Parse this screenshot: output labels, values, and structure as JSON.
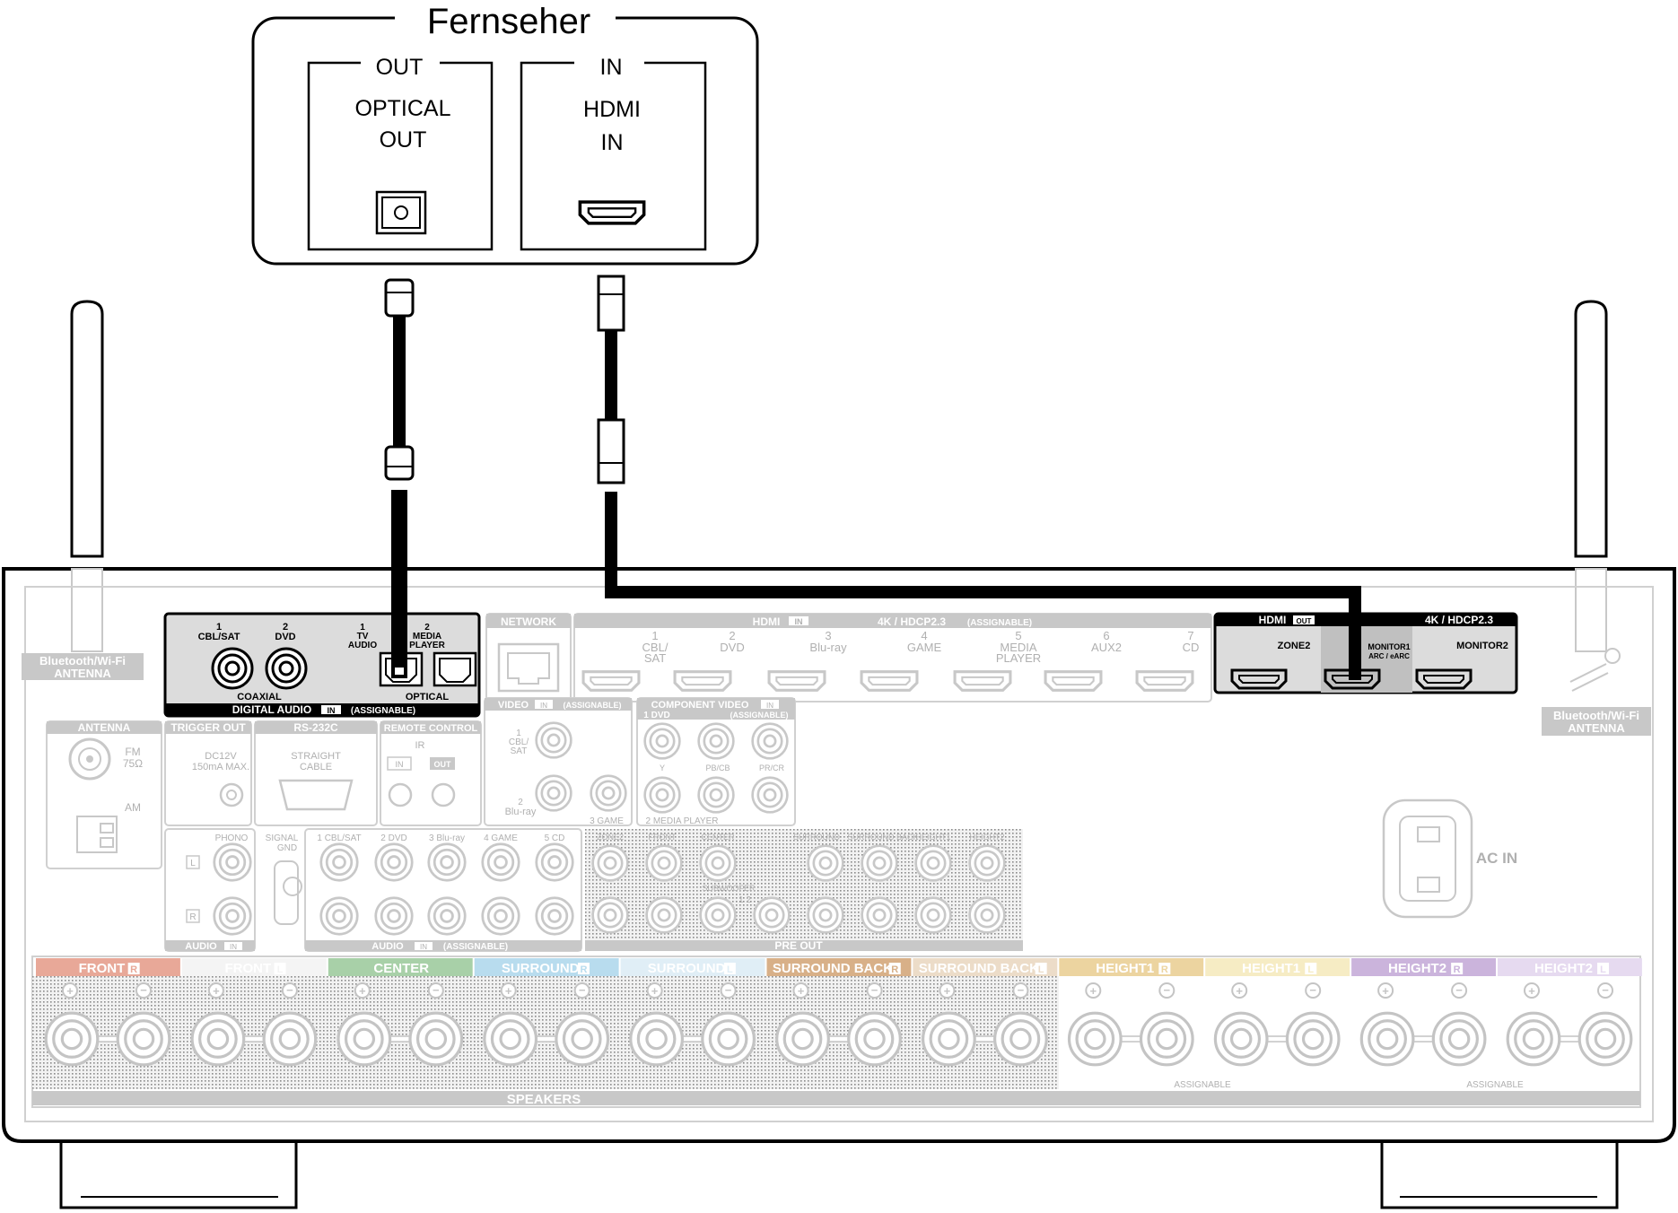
{
  "tv": {
    "title": "Fernseher",
    "out_group": "OUT",
    "out_port_line1": "OPTICAL",
    "out_port_line2": "OUT",
    "in_group": "IN",
    "in_port_line1": "HDMI",
    "in_port_line2": "IN"
  },
  "receiver": {
    "bt_antenna_left_line1": "Bluetooth/Wi-Fi",
    "bt_antenna_left_line2": "ANTENNA",
    "bt_antenna_right_line1": "Bluetooth/Wi-Fi",
    "bt_antenna_right_line2": "ANTENNA",
    "digital_audio": {
      "cblsat_num": "1",
      "cblsat": "CBL/SAT",
      "dvd_num": "2",
      "dvd": "DVD",
      "tvaudio_num": "1",
      "tvaudio_l1": "TV",
      "tvaudio_l2": "AUDIO",
      "media_num": "2",
      "media_l1": "MEDIA",
      "media_l2": "PLAYER",
      "coaxial": "COAXIAL",
      "optical": "OPTICAL",
      "footer": "DIGITAL AUDIO",
      "footer_in": "IN",
      "footer_assign": "(ASSIGNABLE)"
    },
    "network": "NETWORK",
    "hdmi_in": {
      "label": "HDMI",
      "in": "IN",
      "spec": "4K / HDCP2.3",
      "assign": "(ASSIGNABLE)",
      "inputs": [
        {
          "num": "1",
          "l1": "CBL/",
          "l2": "SAT"
        },
        {
          "num": "2",
          "l1": "DVD",
          "l2": ""
        },
        {
          "num": "3",
          "l1": "Blu-ray",
          "l2": ""
        },
        {
          "num": "4",
          "l1": "GAME",
          "l2": ""
        },
        {
          "num": "5",
          "l1": "MEDIA",
          "l2": "PLAYER"
        },
        {
          "num": "6",
          "l1": "AUX2",
          "l2": ""
        },
        {
          "num": "7",
          "l1": "CD",
          "l2": ""
        }
      ]
    },
    "hdmi_out": {
      "label": "HDMI",
      "out": "OUT",
      "spec": "4K / HDCP2.3",
      "zone2": "ZONE2",
      "monitor1_l1": "MONITOR1",
      "monitor1_l2": "ARC / eARC",
      "monitor2": "MONITOR2"
    },
    "antenna": "ANTENNA",
    "fm": "FM",
    "fm_ohm": "75Ω",
    "am": "AM",
    "trigger_out": "TRIGGER OUT",
    "trigger_spec_l1": "DC12V",
    "trigger_spec_l2": "150mA MAX.",
    "rs232c": "RS-232C",
    "straight_l1": "STRAIGHT",
    "straight_l2": "CABLE",
    "remote_control": "REMOTE CONTROL",
    "ir": "IR",
    "rc_in": "IN",
    "rc_out": "OUT",
    "video_in": "VIDEO",
    "video_in_tag": "IN",
    "video_assign": "(ASSIGNABLE)",
    "video_1": "1",
    "video_1_l1": "CBL/",
    "video_1_l2": "SAT",
    "video_2": "2",
    "video_2_l": "Blu-ray",
    "video_3": "3 GAME",
    "component": "COMPONENT VIDEO",
    "component_in": "IN",
    "component_assign": "(ASSIGNABLE)",
    "component_1": "1 DVD",
    "component_2": "2 MEDIA PLAYER",
    "comp_y": "Y",
    "comp_pb": "PB/CB",
    "comp_pr": "PR/CR",
    "phono": "PHONO",
    "signal_gnd_l1": "SIGNAL",
    "signal_gnd_l2": "GND",
    "audio_l": "L",
    "audio_r": "R",
    "audio_in_label": "AUDIO",
    "audio_in_tag": "IN",
    "analog_inputs": [
      "1 CBL/SAT",
      "2 DVD",
      "3 Blu-ray",
      "4 GAME",
      "5 CD"
    ],
    "analog_footer": "AUDIO",
    "analog_footer_in": "IN",
    "analog_footer_assign": "(ASSIGNABLE)",
    "preout_labels": [
      "ZONE2",
      "FRONT",
      "CENTER",
      "SURROUND",
      "SURROUND BACK",
      "HEIGHT1",
      "HEIGHT2"
    ],
    "subwoofer": "SUBWOOFER",
    "sub_nums": "1  2",
    "pre_out": "PRE OUT",
    "ac_in": "AC IN",
    "speakers": [
      {
        "name": "FRONT",
        "side": "R",
        "color": "#e8a898"
      },
      {
        "name": "FRONT",
        "side": "L",
        "color": "#f4f4f4"
      },
      {
        "name": "CENTER",
        "side": "",
        "color": "#a8d0a8"
      },
      {
        "name": "SURROUND",
        "side": "R",
        "color": "#b8dcee"
      },
      {
        "name": "SURROUND",
        "side": "L",
        "color": "#e0eef6"
      },
      {
        "name": "SURROUND BACK",
        "side": "R",
        "color": "#d8b088"
      },
      {
        "name": "SURROUND BACK",
        "side": "L",
        "color": "#ecdcc8"
      },
      {
        "name": "HEIGHT1",
        "side": "R",
        "color": "#ecd4a0"
      },
      {
        "name": "HEIGHT1",
        "side": "L",
        "color": "#f6ecc4"
      },
      {
        "name": "HEIGHT2",
        "side": "R",
        "color": "#cbb4dc"
      },
      {
        "name": "HEIGHT2",
        "side": "L",
        "color": "#e6daf0"
      }
    ],
    "assignable_1": "ASSIGNABLE",
    "assignable_2": "ASSIGNABLE",
    "speakers_footer": "SPEAKERS"
  }
}
